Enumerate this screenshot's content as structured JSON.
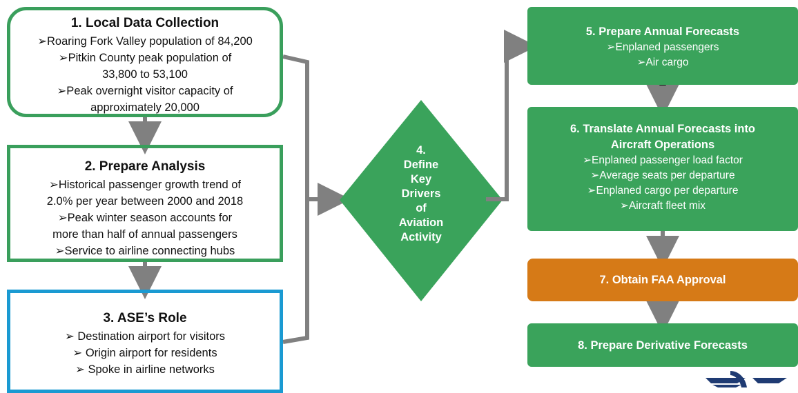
{
  "box1": {
    "title": "1.  Local Data Collection",
    "lines": [
      "➢Roaring Fork Valley population of 84,200",
      "➢Pitkin County peak population of",
      "33,800 to 53,100",
      "➢Peak overnight visitor capacity of",
      "approximately 20,000"
    ]
  },
  "box2": {
    "title": "2.  Prepare Analysis",
    "lines": [
      "➢Historical passenger growth trend of",
      "2.0% per year between 2000 and 2018",
      "➢Peak winter season accounts for",
      "more than half of annual passengers",
      "➢Service to airline connecting hubs"
    ]
  },
  "box3": {
    "title": "3.  ASE’s Role",
    "lines": [
      "➢   Destination airport for visitors",
      "➢   Origin airport for residents",
      "➢   Spoke in airline networks"
    ]
  },
  "box4": {
    "lines": [
      "4.",
      "Define",
      "Key",
      "Drivers",
      "of",
      "Aviation",
      "Activity"
    ]
  },
  "box5": {
    "title": "5.  Prepare Annual Forecasts",
    "lines": [
      "➢Enplaned passengers",
      "➢Air cargo"
    ]
  },
  "box6": {
    "title_lines": [
      "6.  Translate Annual Forecasts into",
      "Aircraft Operations"
    ],
    "lines": [
      "➢Enplaned passenger load factor",
      "➢Average seats per departure",
      "➢Enplaned cargo per departure",
      "➢Aircraft fleet mix"
    ]
  },
  "box7": {
    "title": "7.  Obtain FAA Approval"
  },
  "box8": {
    "title": "8.  Prepare Derivative Forecasts"
  },
  "colors": {
    "green_outline": "#3a9f5c",
    "blue_outline": "#1a9ad2",
    "green_fill": "#3aa35b",
    "orange_fill": "#d67a17",
    "connector": "#808080",
    "logo": "#1f3b73"
  },
  "icons": [
    "faa-style-logo-icon"
  ]
}
